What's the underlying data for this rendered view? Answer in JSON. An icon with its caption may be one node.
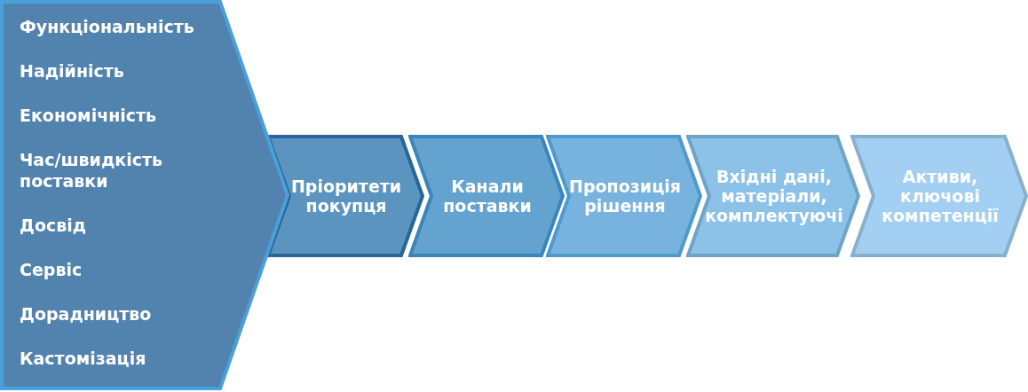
{
  "diagram": {
    "nodes": [
      {
        "text": [
          "Функціональність",
          "Надійність",
          "Економічність",
          "Час/швидкість поставки",
          "Досвід",
          "Сервіс",
          "Дорадництво",
          "Кастомізація"
        ]
      },
      {
        "text": [
          "Пріоритети покупця"
        ]
      },
      {
        "text": [
          "Канали поставки"
        ]
      },
      {
        "text": [
          "Пропозиція рішення"
        ]
      },
      {
        "text": [
          "Вхідні дані, матеріали, комплектуючі"
        ]
      },
      {
        "text": [
          "Активи, ключові компетенції"
        ]
      }
    ]
  }
}
